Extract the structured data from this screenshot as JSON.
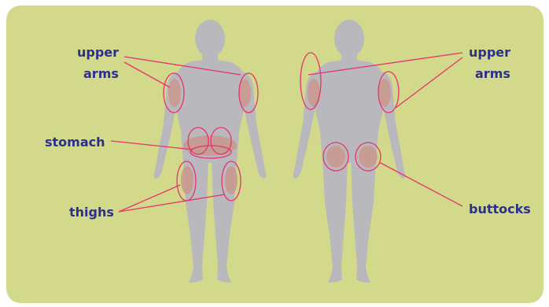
{
  "colors": {
    "background": "#d2d98a",
    "body": "#b9b9bd",
    "site_fill": "#c9988f",
    "outline": "#e6336e",
    "label": "#2b2f8e"
  },
  "labels": {
    "front_upper_arms_line1": "upper",
    "front_upper_arms_line2": "arms",
    "stomach": "stomach",
    "thighs": "thighs",
    "back_upper_arms_line1": "upper",
    "back_upper_arms_line2": "arms",
    "buttocks": "buttocks"
  }
}
